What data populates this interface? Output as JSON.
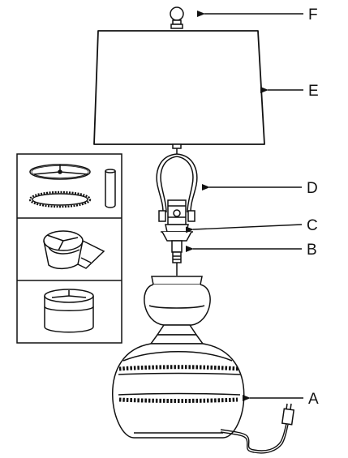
{
  "diagram": {
    "labels": {
      "a": "A",
      "b": "B",
      "c": "C",
      "d": "D",
      "e": "E",
      "f": "F"
    },
    "icons": {
      "finial": "finial-icon",
      "shade": "lampshade-icon",
      "harp": "harp-icon",
      "socket": "socket-icon",
      "saddle": "harp-saddle-icon",
      "base": "lamp-base-icon",
      "cord": "power-cord-icon",
      "plug": "plug-icon"
    },
    "colors": {
      "line": "#111111",
      "background": "#ffffff"
    }
  }
}
